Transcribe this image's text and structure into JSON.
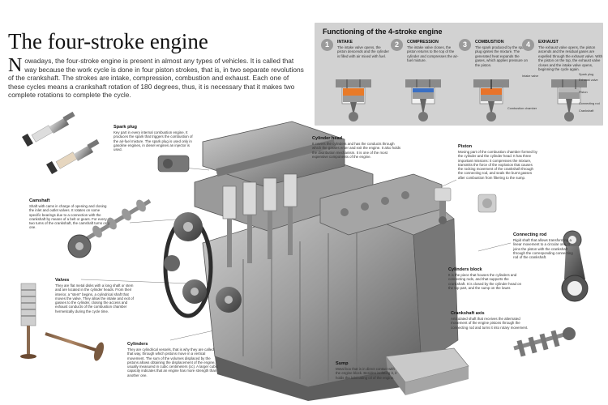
{
  "title": "The four-stroke engine",
  "intro": {
    "dropcap": "N",
    "text": "owadays, the four-stroke engine is present in almost any types of vehicles. It is called that way because the work cycle is done in four piston strokes, that is, in two separate revolutions of the crankshaft. The strokes are intake, compression, combustion and exhaust. Each one of these cycles means a crankshaft rotation of 180 degrees, thus, it is necessary that it makes two complete rotations to complete the cycle."
  },
  "panel": {
    "title": "Functioning of the 4-stroke engine",
    "strokes": [
      {
        "num": "1",
        "name": "INTAKE",
        "desc": "The intake valve opens, the piston descends and the cylinder is filled with air mixed with fuel."
      },
      {
        "num": "2",
        "name": "COMPRESSION",
        "desc": "The intake valve closes, the piston returns to the top of the cylinder and compresses the air-fuel mixture."
      },
      {
        "num": "3",
        "name": "COMBUSTION",
        "desc": "The spark produced by the spark plug ignites the mixture. The generated heat expands the gases, which applies pressure on the piston."
      },
      {
        "num": "4",
        "name": "EXHAUST",
        "desc": "The exhaust valve opens, the piston ascends and the residual gases are expelled through the exhaust valve. With the piston on the top, the exhaust valve closes and the intake valve opens, beginning the cycle again."
      }
    ],
    "labels": {
      "combustion_chamber": "Combustion chamber",
      "intake_valve": "Intake valve",
      "spark_plug": "Spark plug",
      "exhaust_valve": "Exhaust valve",
      "piston": "Piston",
      "connecting_rod": "Connecting rod",
      "crankshaft": "Crankshaft"
    },
    "colors": {
      "intake": "#e87a28",
      "compression": "#3a6fc4",
      "combustion": "#e8732a",
      "exhaust": "#7a7a7a"
    }
  },
  "callouts": {
    "spark_plug": {
      "title": "Spark plug",
      "desc": "Key part in every internal combustion engine. It produces the spark that triggers the combustion of the air-fuel mixture. The spark plug is used only in gasoline engines, in diesel engines an injector is used."
    },
    "cylinder_head": {
      "title": "Cylinder head",
      "desc": "It covers the cylinders and has the conducts through which the gasses enter and exit the engine. It also holds the distribution mechanism. It is one of the most expensive components of the engine."
    },
    "piston": {
      "title": "Piston",
      "desc": "Moving part of the combustion chamber formed by the cylinder and the cylinder head. It has three important missions: it compresses the mixture, transmits the force of the explosion that causes the rocking movement of the crankshaft through the connecting rod, and seals the burnt gasses after combustion from filtering to the sump."
    },
    "camshaft": {
      "title": "Camshaft",
      "desc": "Shaft with cams in charge of opening and closing the inlet and outlet valves. It rotates on some specific bearings due to a connection with the crankshaft by means of a belt or gears. For every two turns of the crankshaft, the camshaft turns only one."
    },
    "connecting_rod": {
      "title": "Connecting rod",
      "desc": "Rigid shaft that allows transforming a linear movement to a circular one. It joins the piston with the crankshaft through the corresponding connecting rod of the crankshaft."
    },
    "cylinders_block": {
      "title": "Cylinders block",
      "desc": "It is the piece that houses the cylinders and connecting rods, and that supports the crankshaft. It is closed by the cylinder head on the top part, and the sump on the lower."
    },
    "valves": {
      "title": "Valves",
      "desc": "They are flat metal disks with a long shaft or stem and are located in the cylinder heads. From their interior, a \"stem\" begins, a cylindrical shaft that moves the valve. They allow the intake and exit of gasses to the cylinder, closing the access and exhaust conducts of the combustion chamber hermetically during the cycle time."
    },
    "crankshaft_axis": {
      "title": "Crankshaft axis",
      "desc": "Articulated shaft that receives the alternated movement of the engine pistons through the connecting rod and turns it into rotary movement."
    },
    "cylinders": {
      "title": "Cylinders",
      "desc": "They are cylindrical vessels, that is why they are called that way, through which pistons move in a vertical movement. The sum of the volumes displaced by the pistons allows obtaining the displacement of the engine, usually measured in cubic centimeters (cc). A larger cubic capacity indicates that an engine has more strength than another one."
    },
    "sump": {
      "title": "Sump",
      "desc": "Metal box that is in direct contact with the engine block. Besides isolating it, it holds the lubricating oil of the engine."
    }
  }
}
